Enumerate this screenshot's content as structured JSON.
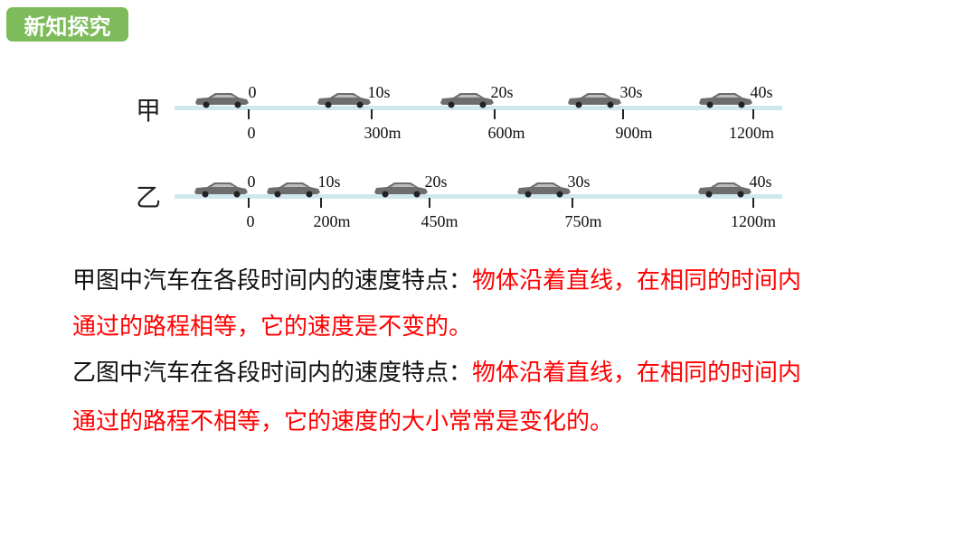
{
  "header": {
    "badge_label": "新知探究",
    "badge_color": "#7dbb5b"
  },
  "diagram": {
    "row_a": {
      "label": "甲",
      "times": [
        "0",
        "10s",
        "20s",
        "30s",
        "40s"
      ],
      "distances": [
        "0",
        "300m",
        "600m",
        "900m",
        "1200m"
      ]
    },
    "row_b": {
      "label": "乙",
      "times": [
        "0",
        "10s",
        "20s",
        "30s",
        "40s"
      ],
      "distances": [
        "0",
        "200m",
        "450m",
        "750m",
        "1200m"
      ]
    }
  },
  "text": {
    "p1_prefix": "甲图中汽车在各段时间内的速度特点：",
    "p1_red": "物体沿着直线，在相同的时间内",
    "p2_red": "通过的路程相等，它的速度是不变的。",
    "p3_prefix": "乙图中汽车在各段时间内的速度特点：",
    "p3_red": "物体沿着直线，在相同的时间内",
    "p4_red": "通过的路程不相等，它的速度的大小常常是变化的。",
    "answer_color": "#ff0000"
  }
}
